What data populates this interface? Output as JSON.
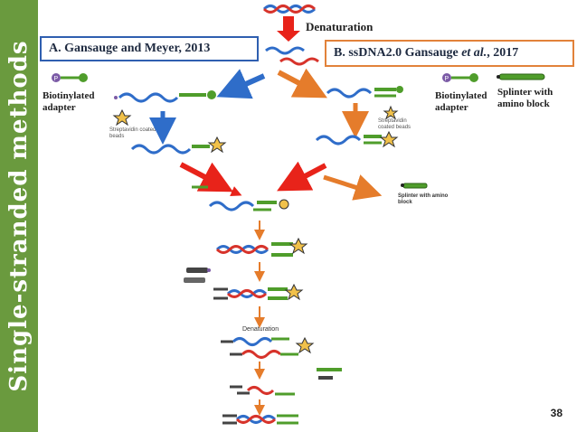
{
  "sidebar": {
    "title": "Single-stranded methods"
  },
  "top": {
    "denaturation_label": "Denaturation"
  },
  "method_a": {
    "label": "A. Gansauge and Meyer, 2013"
  },
  "method_b": {
    "prefix": "B. ssDNA2.0 Gansauge ",
    "authors_italic": "et al.",
    "suffix": ", 2017"
  },
  "legend_left": {
    "adapter_label": "Biotinylated adapter",
    "adapter_icon": "P"
  },
  "legend_right": {
    "adapter_label": "Biotinylated adapter",
    "adapter_icon": "P",
    "splinter_label": "Splinter with amino block"
  },
  "beads": {
    "left": "Streptavidin coated beads",
    "right": "Streptavidin coated beads"
  },
  "splinter_mid_label": "Splinter with amino block",
  "lower_denaturation_label": "Denaturation",
  "page_number": "38",
  "colors": {
    "sidebar": "#6a9a3e",
    "method_a_border": "#2f5fb0",
    "method_b_border": "#e2823a",
    "dna_blue": "#2f6dc9",
    "dna_red": "#d7332b",
    "adapter_green": "#4f9d2b",
    "arrow_red": "#e8231a",
    "arrow_orange": "#e57c2b",
    "bead_gold": "#f1c14a"
  }
}
